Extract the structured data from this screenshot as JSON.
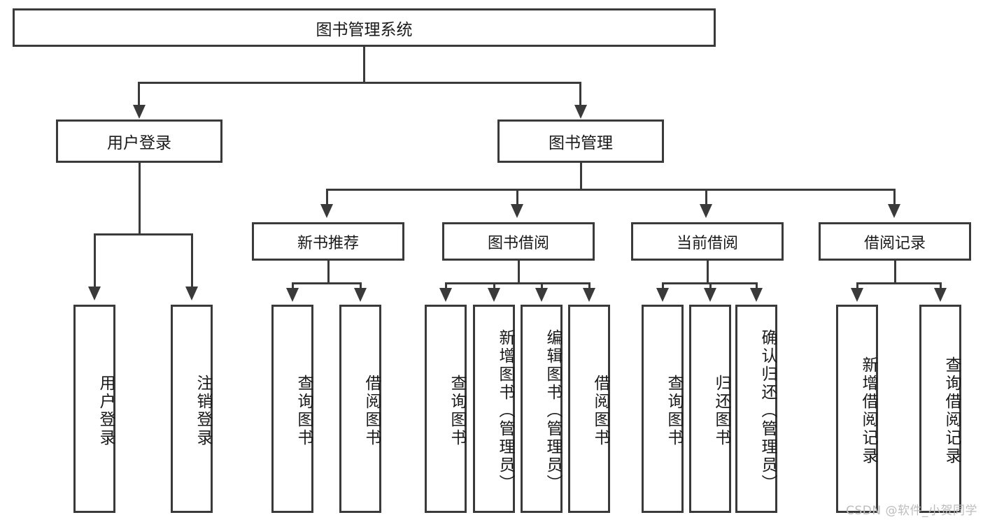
{
  "diagram": {
    "type": "tree-hierarchy",
    "title": "图书管理系统",
    "root": {
      "id": "root",
      "label": "图书管理系统"
    },
    "level1": [
      {
        "id": "user-login",
        "label": "用户登录"
      },
      {
        "id": "book-management",
        "label": "图书管理"
      }
    ],
    "level2": [
      {
        "id": "new-book-recommend",
        "label": "新书推荐",
        "parent": "book-management"
      },
      {
        "id": "book-borrow",
        "label": "图书借阅",
        "parent": "book-management"
      },
      {
        "id": "current-borrow",
        "label": "当前借阅",
        "parent": "book-management"
      },
      {
        "id": "borrow-record",
        "label": "借阅记录",
        "parent": "book-management"
      }
    ],
    "leaves": {
      "user_login": [
        {
          "id": "leaf-user-login",
          "label": "用户登录"
        },
        {
          "id": "leaf-logout-login",
          "label": "注销登录"
        }
      ],
      "new_book_recommend": [
        {
          "id": "leaf-query-book-1",
          "label": "查询图书"
        },
        {
          "id": "leaf-borrow-book-1",
          "label": "借阅图书"
        }
      ],
      "book_borrow": [
        {
          "id": "leaf-query-book-2",
          "label": "查询图书"
        },
        {
          "id": "leaf-add-book",
          "label": "新增图书（管理员）"
        },
        {
          "id": "leaf-edit-book",
          "label": "编辑图书（管理员）"
        },
        {
          "id": "leaf-borrow-book-2",
          "label": "借阅图书"
        }
      ],
      "current_borrow": [
        {
          "id": "leaf-query-book-3",
          "label": "查询图书"
        },
        {
          "id": "leaf-return-book",
          "label": "归还图书"
        },
        {
          "id": "leaf-confirm-return",
          "label": "确认归还（管理员）"
        }
      ],
      "borrow_record": [
        {
          "id": "leaf-add-borrow-record",
          "label": "新增借阅记录"
        },
        {
          "id": "leaf-query-borrow-record",
          "label": "查询借阅记录"
        }
      ]
    }
  },
  "watermark": {
    "text": "CSDN @软件_小贺同学"
  },
  "colors": {
    "border": "#3a3a3a",
    "text": "#1a1a1a",
    "background": "#ffffff",
    "watermark": "#bdbdbd"
  }
}
